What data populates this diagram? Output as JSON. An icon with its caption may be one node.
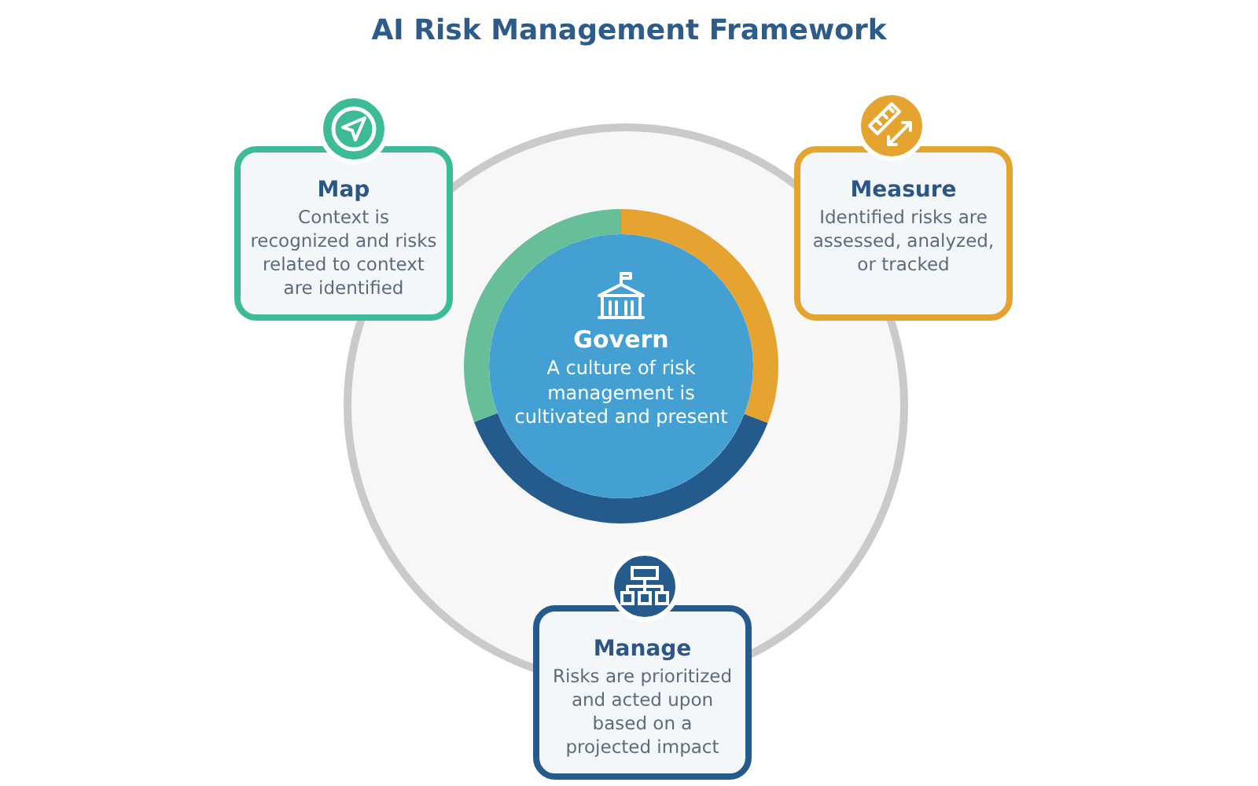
{
  "diagram": {
    "title": "AI Risk Management Framework",
    "nodes": [
      {
        "text": [
          "Govern",
          "A culture of risk management is cultivated and present"
        ]
      },
      {
        "text": [
          "Map",
          "Context is recognized and risks related to context are identified"
        ]
      },
      {
        "text": [
          "Measure",
          "Identified risks are assessed, analyzed, or tracked"
        ]
      },
      {
        "text": [
          "Manage",
          "Risks are prioritized and acted upon based on a projected impact"
        ]
      }
    ],
    "edges": []
  }
}
